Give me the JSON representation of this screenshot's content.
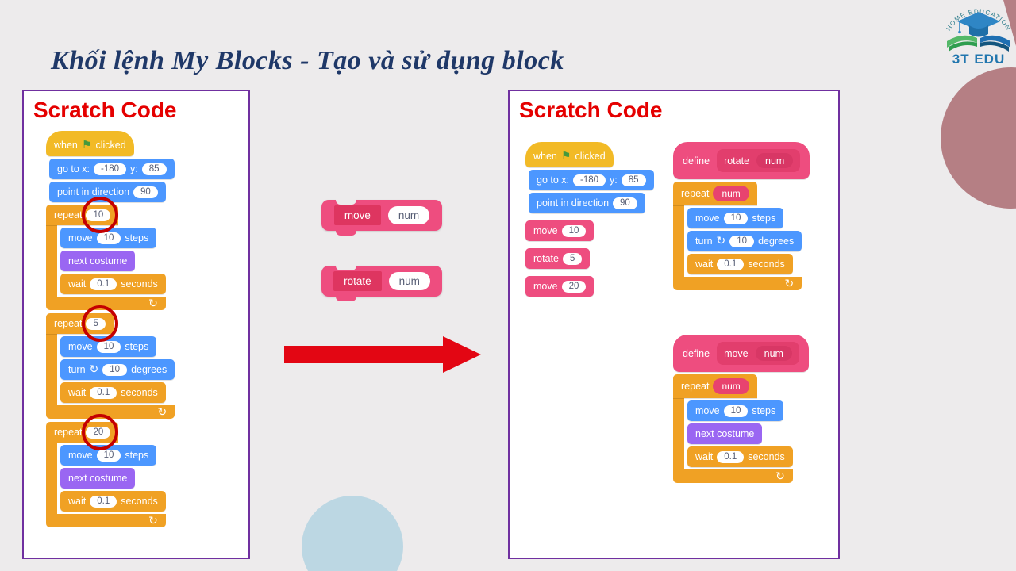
{
  "title": "Khối lệnh My Blocks - Tạo và sử dụng block",
  "logo": {
    "arc_text": "HOME EDUCATION",
    "brand": "3T EDU"
  },
  "icons": {
    "green_flag": "⚑",
    "rotate_cw": "↻",
    "loop_arrow": "↻"
  },
  "colors": {
    "title_navy": "#1f3868",
    "panel_border_purple": "#7030a0",
    "panel_header_red": "#e50000",
    "events_yellow": "#f2ba26",
    "motion_blue": "#4c97ff",
    "control_orange": "#f0a124",
    "looks_purple": "#9a66f2",
    "myblocks_pink": "#ee4d7f",
    "arrow_red": "#e30613",
    "highlight_circle_red": "#c40001",
    "blob_mauve": "#b57f84",
    "ring_blue": "#bcd7e3"
  },
  "left_panel": {
    "header": "Scratch Code",
    "when_block": {
      "a": "when",
      "b": "clicked"
    },
    "goto_block": {
      "a": "go to x:",
      "x": "-180",
      "b": "y:",
      "y": "85"
    },
    "point_block": {
      "a": "point in direction",
      "v": "90"
    },
    "repeat_label": "repeat",
    "loops": [
      {
        "count": "10"
      },
      {
        "count": "5"
      },
      {
        "count": "20"
      }
    ],
    "move_block": {
      "a": "move",
      "v": "10",
      "b": "steps"
    },
    "turn_block": {
      "a": "turn",
      "v": "10",
      "b": "degrees"
    },
    "next_costume_label": "next costume",
    "wait_block": {
      "a": "wait",
      "v": "0.1",
      "b": "seconds"
    }
  },
  "middle": {
    "custom_blocks": [
      {
        "label": "move",
        "arg": "num"
      },
      {
        "label": "rotate",
        "arg": "num"
      }
    ]
  },
  "right_panel": {
    "header": "Scratch Code",
    "when_block": {
      "a": "when",
      "b": "clicked"
    },
    "goto_block": {
      "a": "go to x:",
      "x": "-180",
      "b": "y:",
      "y": "85"
    },
    "point_block": {
      "a": "point in direction",
      "v": "90"
    },
    "calls": [
      {
        "label": "move",
        "v": "10"
      },
      {
        "label": "rotate",
        "v": "5"
      },
      {
        "label": "move",
        "v": "20"
      }
    ],
    "define_label": "define",
    "definitions": [
      {
        "name": "rotate",
        "param": "num"
      },
      {
        "name": "move",
        "param": "num"
      }
    ],
    "repeat_label": "repeat",
    "repeat_arg": "num",
    "move_block": {
      "a": "move",
      "v": "10",
      "b": "steps"
    },
    "turn_block": {
      "a": "turn",
      "v": "10",
      "b": "degrees"
    },
    "next_costume_label": "next costume",
    "wait_block": {
      "a": "wait",
      "v": "0.1",
      "b": "seconds"
    }
  }
}
